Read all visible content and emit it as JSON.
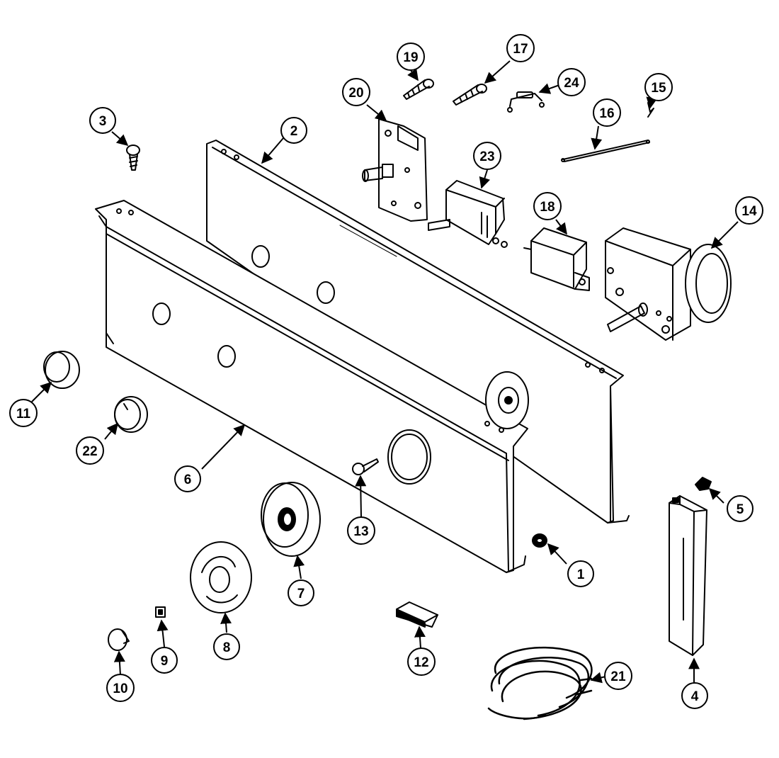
{
  "diagram": {
    "type": "exploded-parts-view",
    "callouts": [
      {
        "id": "c1",
        "label": "1"
      },
      {
        "id": "c2",
        "label": "2"
      },
      {
        "id": "c3",
        "label": "3"
      },
      {
        "id": "c4",
        "label": "4"
      },
      {
        "id": "c5",
        "label": "5"
      },
      {
        "id": "c6",
        "label": "6"
      },
      {
        "id": "c7",
        "label": "7"
      },
      {
        "id": "c8",
        "label": "8"
      },
      {
        "id": "c9",
        "label": "9"
      },
      {
        "id": "c10",
        "label": "10"
      },
      {
        "id": "c11",
        "label": "11"
      },
      {
        "id": "c12",
        "label": "12"
      },
      {
        "id": "c13",
        "label": "13"
      },
      {
        "id": "c14",
        "label": "14"
      },
      {
        "id": "c15",
        "label": "15"
      },
      {
        "id": "c16",
        "label": "16"
      },
      {
        "id": "c17",
        "label": "17"
      },
      {
        "id": "c18",
        "label": "18"
      },
      {
        "id": "c19",
        "label": "19"
      },
      {
        "id": "c20",
        "label": "20"
      },
      {
        "id": "c21",
        "label": "21"
      },
      {
        "id": "c22",
        "label": "22"
      },
      {
        "id": "c23",
        "label": "23"
      },
      {
        "id": "c24",
        "label": "24"
      }
    ]
  }
}
